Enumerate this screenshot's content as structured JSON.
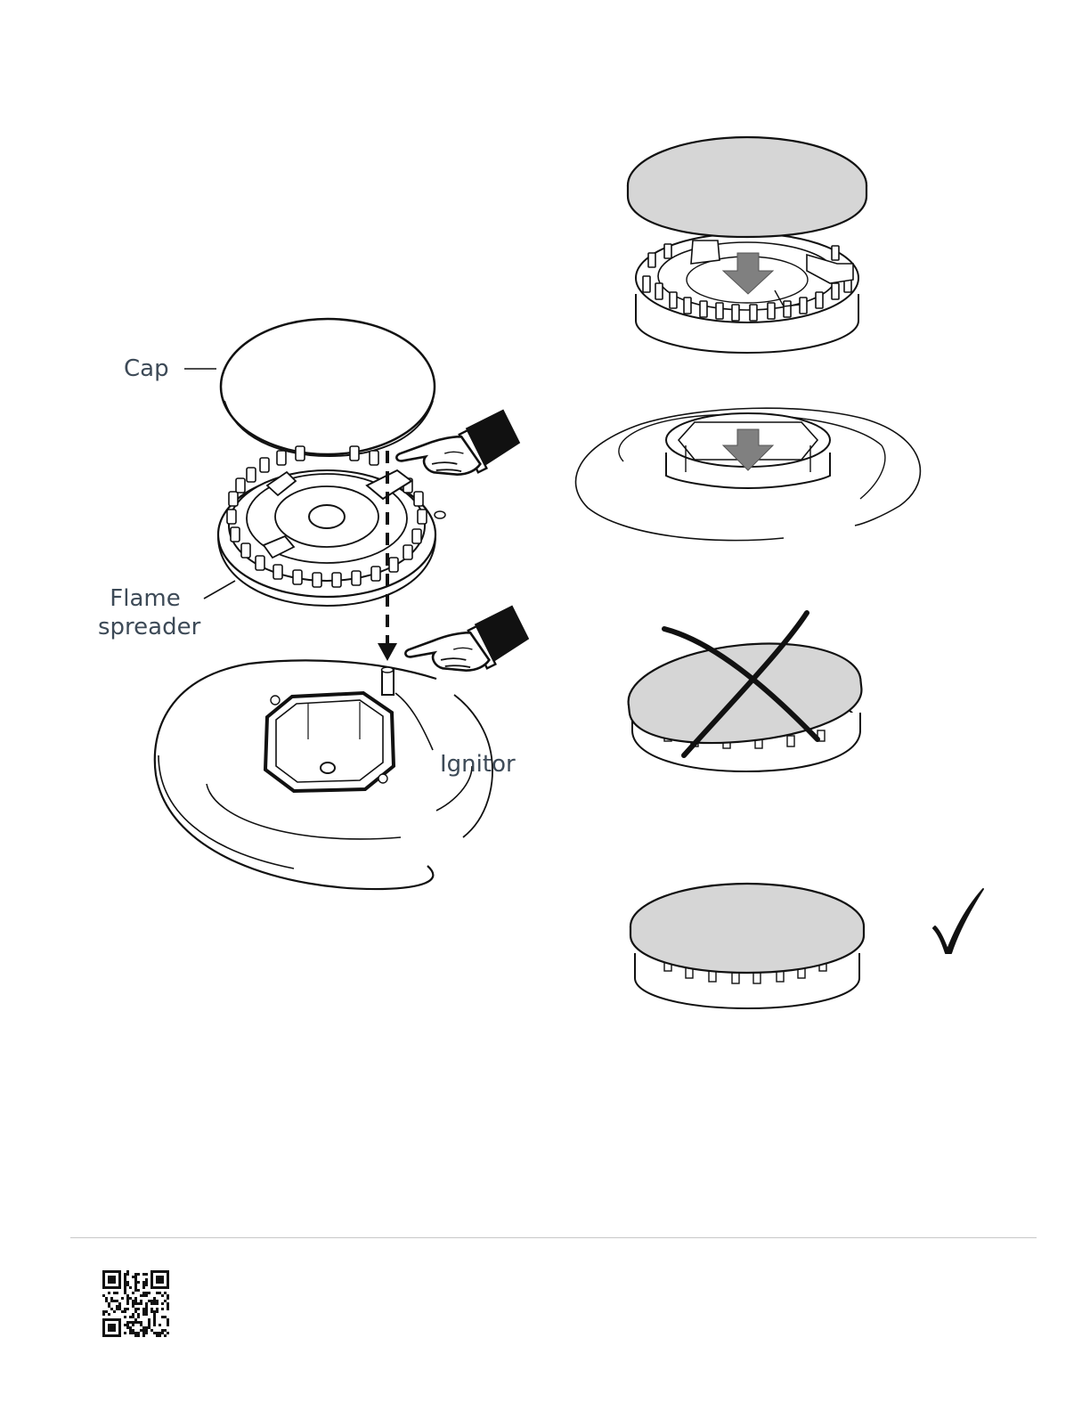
{
  "labels": {
    "cap": "Cap",
    "flame_spreader": "Flame\nspreader",
    "ignitor": "Ignitor"
  },
  "icons": {
    "incorrect": "cross-mark-icon",
    "correct": "check-mark-icon",
    "pointer": "pointing-hand-icon",
    "arrow": "down-arrow-icon"
  },
  "colors": {
    "ink": "#1a1a1a",
    "cap_fill": "#d6d6d6",
    "arrow_fill": "#808080",
    "label_text": "#3d4a57",
    "rule": "#c8c8c8"
  }
}
